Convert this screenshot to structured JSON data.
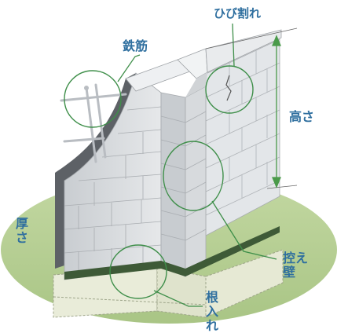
{
  "labels": {
    "crack": "ひび割れ",
    "rebar": "鉄筋",
    "height": "高さ",
    "thickness": "厚さ",
    "buttress": "控え壁",
    "embedment": "根入れ"
  },
  "colors": {
    "label_text": "#2f6f9f",
    "ground": "#b6cf95",
    "wall_face": "#dcdfe2",
    "wall_side": "#c4c8cc",
    "wall_cut": "#5d6166",
    "callout_line": "#3f8f4a",
    "height_line": "#4a9a4a"
  }
}
